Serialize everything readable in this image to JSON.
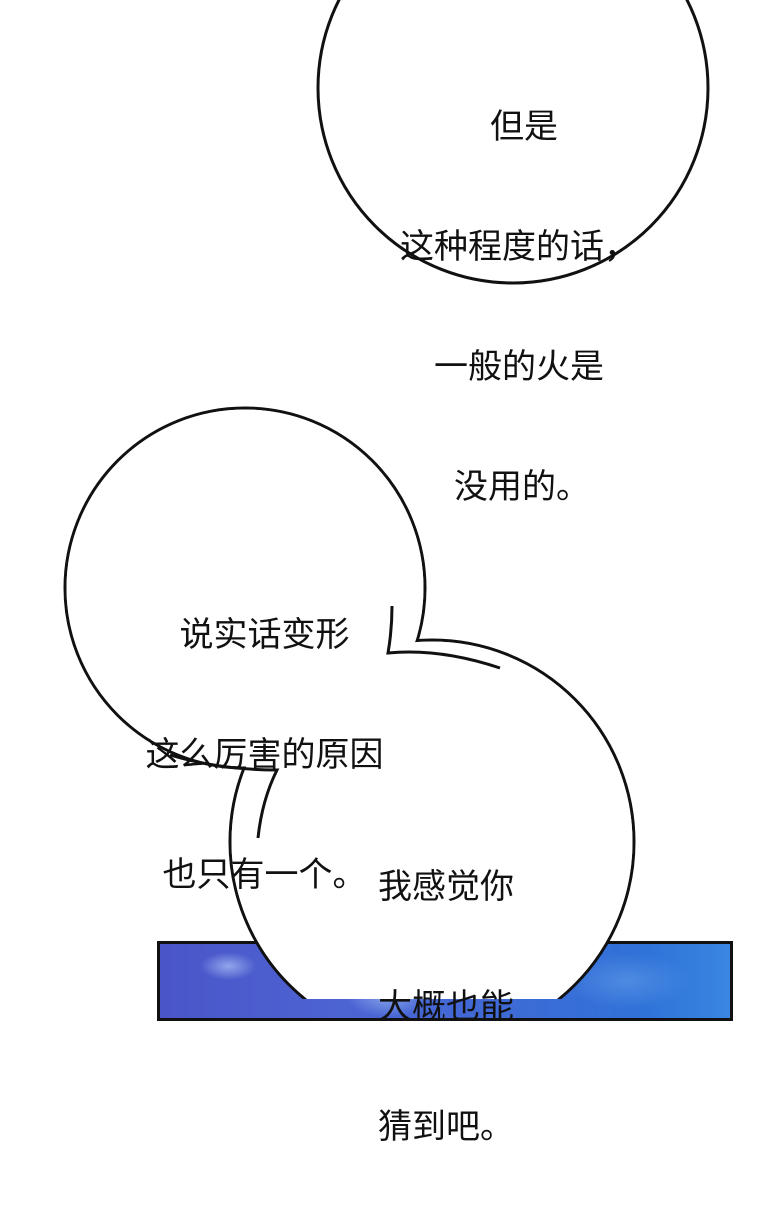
{
  "comic": {
    "bubbles": [
      {
        "id": "bubble-1",
        "lines": [
          "但是",
          "这种程度的话，",
          "一般的火是",
          "没用的。"
        ]
      },
      {
        "id": "bubble-2",
        "lines": [
          "说实话变形",
          "这么厉害的原因",
          "也只有一个。"
        ]
      },
      {
        "id": "bubble-3",
        "lines": [
          "我感觉你",
          "大概也能",
          "猜到吧。"
        ]
      }
    ],
    "panel": {
      "description": "blue cloudy sky panel",
      "colors": {
        "left": "#4a55c8",
        "center": "#3f6ad6",
        "right": "#3a86e0",
        "border": "#111111"
      }
    },
    "colors": {
      "background": "#ffffff",
      "bubble_fill": "#ffffff",
      "bubble_stroke": "#111111",
      "text": "#111111"
    }
  }
}
